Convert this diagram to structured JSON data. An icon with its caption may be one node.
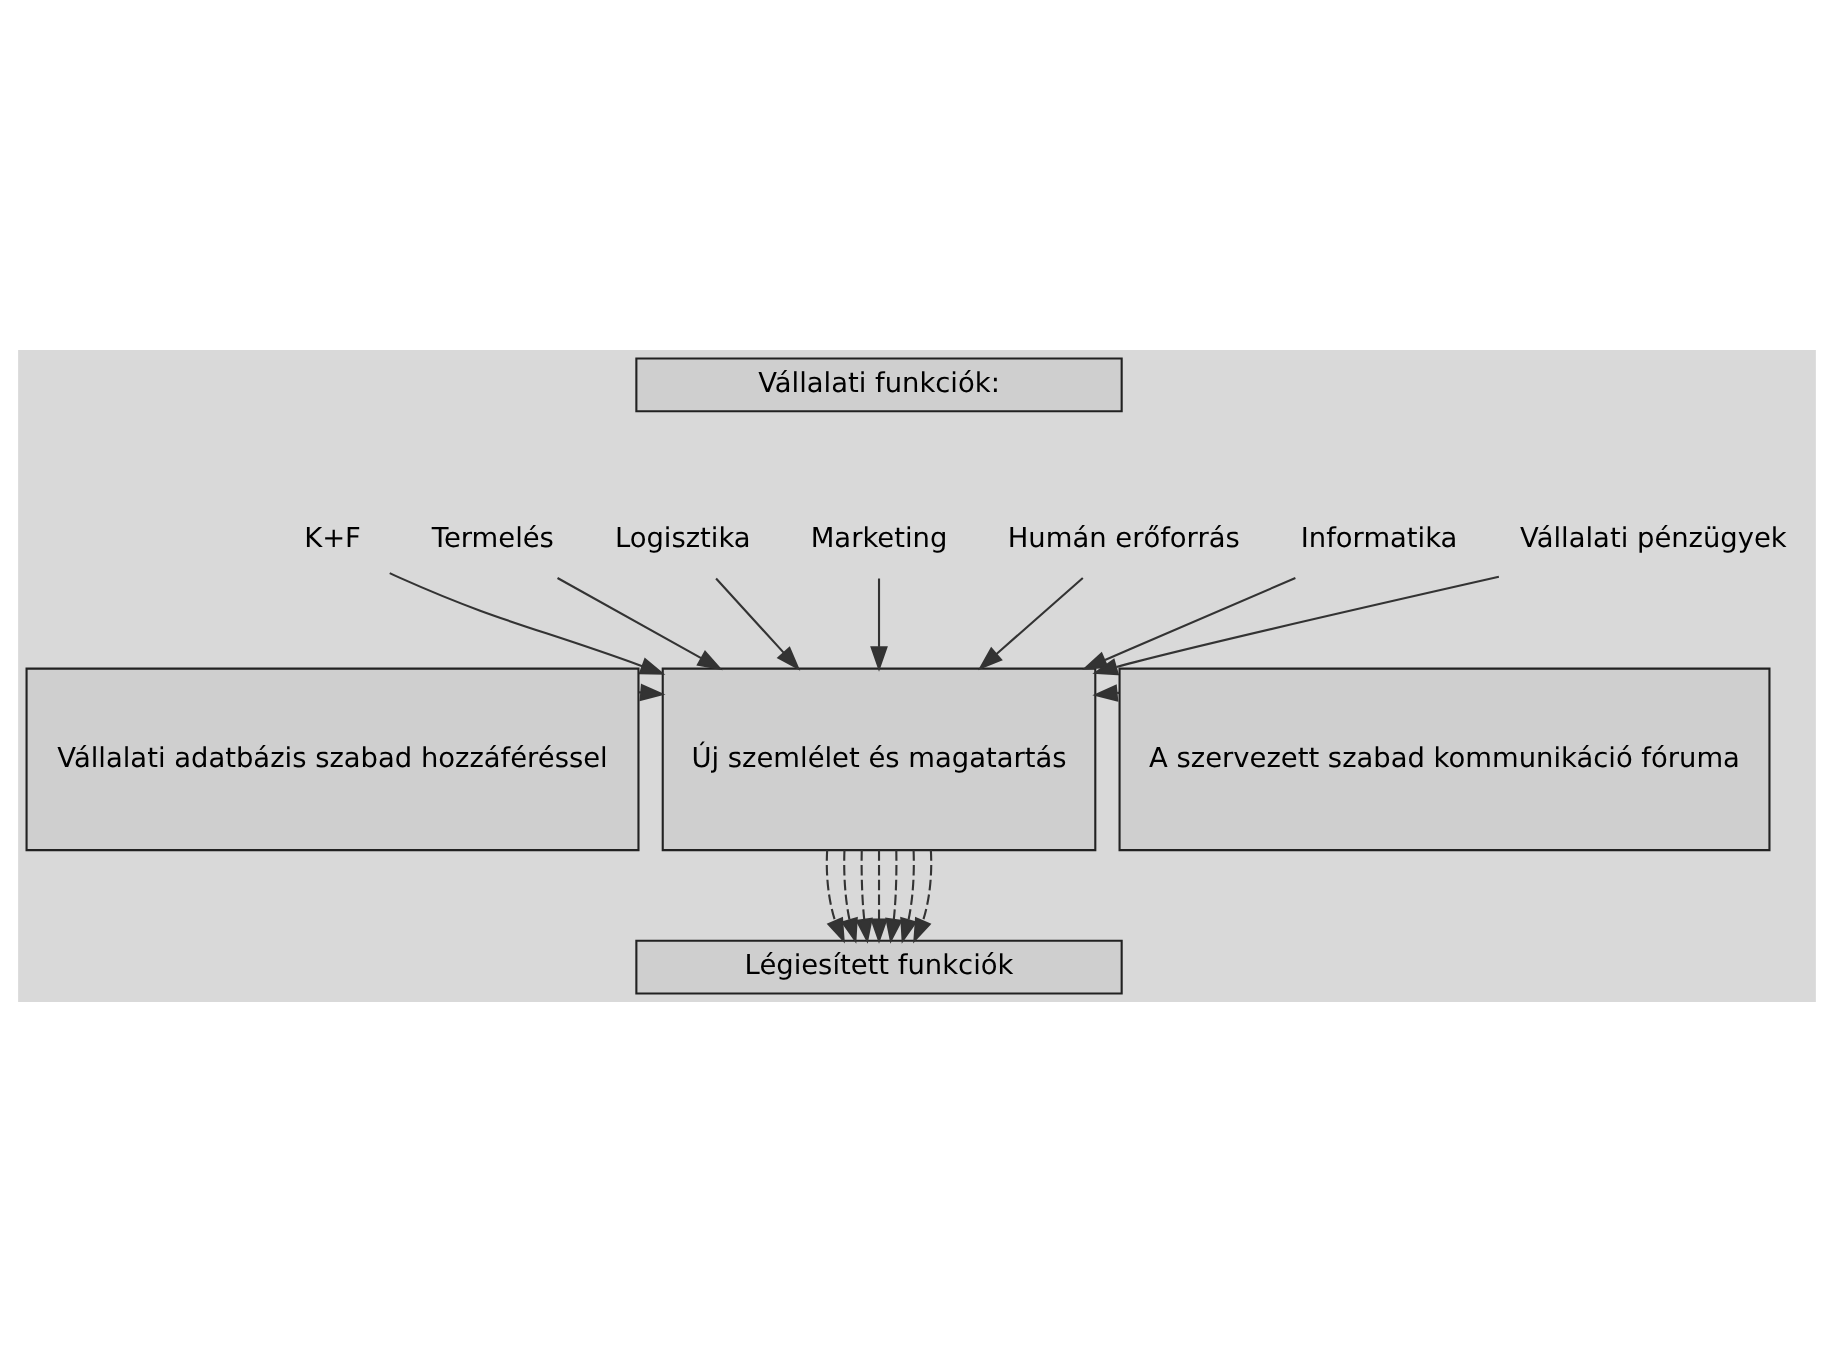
{
  "diagram": {
    "nodes": [
      {
        "text": [
          "Vállalati funkciók:"
        ]
      },
      {
        "text": [
          "K+F"
        ]
      },
      {
        "text": [
          "Termelés"
        ]
      },
      {
        "text": [
          "Logisztika"
        ]
      },
      {
        "text": [
          "Marketing"
        ]
      },
      {
        "text": [
          "Humán erőforrás"
        ]
      },
      {
        "text": [
          "Informatika"
        ]
      },
      {
        "text": [
          "Vállalati pénzügyek"
        ]
      },
      {
        "text": [
          "Vállalati adatbázis szabad hozzáféréssel"
        ]
      },
      {
        "text": [
          "Új szemlélet és magatartás"
        ]
      },
      {
        "text": [
          "A szervezett szabad kommunikáció fóruma"
        ]
      },
      {
        "text": [
          "Légiesített funkciók"
        ]
      }
    ],
    "edges": [
      {
        "from": 1,
        "to": 9,
        "arrow": "to"
      },
      {
        "from": 2,
        "to": 9,
        "arrow": "to"
      },
      {
        "from": 3,
        "to": 9,
        "arrow": "to"
      },
      {
        "from": 4,
        "to": 9,
        "arrow": "to"
      },
      {
        "from": 5,
        "to": 9,
        "arrow": "to"
      },
      {
        "from": 6,
        "to": 9,
        "arrow": "to"
      },
      {
        "from": 7,
        "to": 9,
        "arrow": "to"
      },
      {
        "from": 8,
        "to": 9,
        "arrow": "to"
      },
      {
        "from": 10,
        "to": 9,
        "arrow": "to"
      },
      {
        "from": 9,
        "to": 11,
        "arrow": "to",
        "style": "dashed"
      },
      {
        "from": 9,
        "to": 11,
        "arrow": "to",
        "style": "dashed"
      },
      {
        "from": 9,
        "to": 11,
        "arrow": "to",
        "style": "dashed"
      },
      {
        "from": 9,
        "to": 11,
        "arrow": "to",
        "style": "dashed"
      },
      {
        "from": 9,
        "to": 11,
        "arrow": "to",
        "style": "dashed"
      },
      {
        "from": 9,
        "to": 11,
        "arrow": "to",
        "style": "dashed"
      },
      {
        "from": 9,
        "to": 11,
        "arrow": "to",
        "style": "dashed"
      }
    ]
  }
}
